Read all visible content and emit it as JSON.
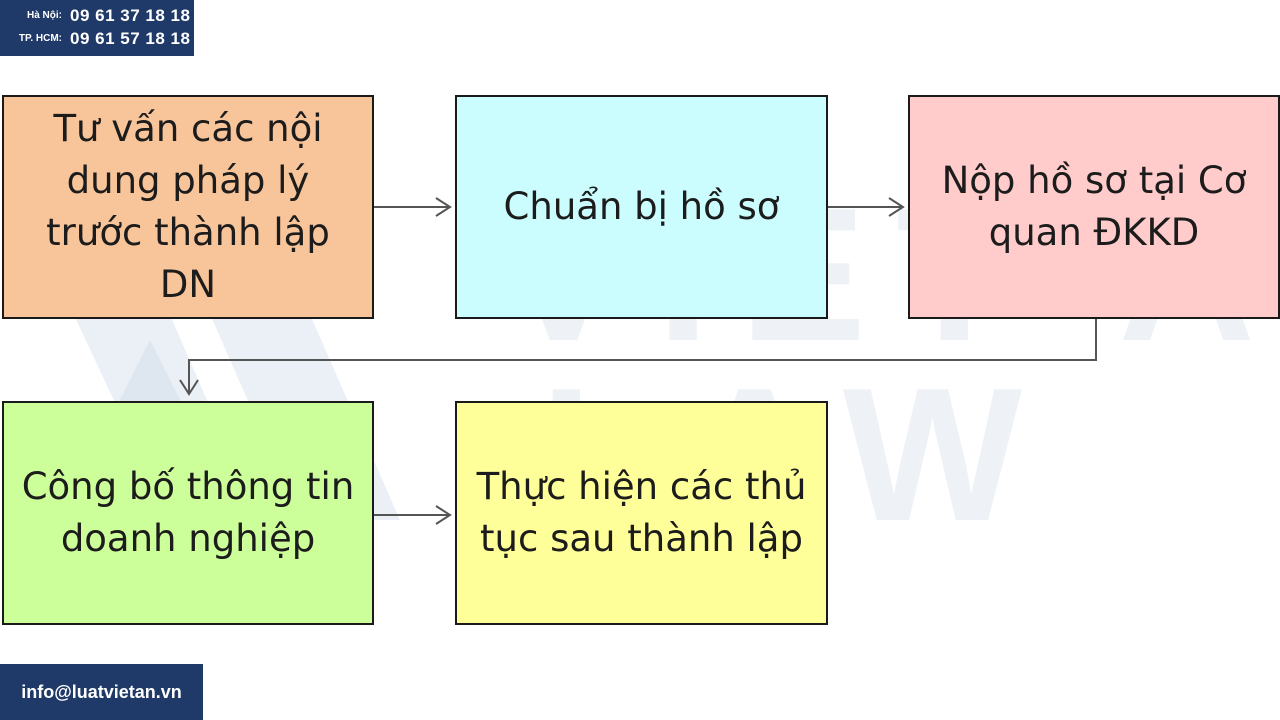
{
  "contact": {
    "hanoi_label": "Hà Nội:",
    "hanoi_phone": "09 61 37 18 18",
    "hcm_label": "TP. HCM:",
    "hcm_phone": "09 61 57 18 18"
  },
  "email": "info@luatvietan.vn",
  "watermark": {
    "line1": "VIET AN",
    "line2": "LAW"
  },
  "steps": [
    {
      "text": "Tư vấn các nội dung pháp lý trước thành lập DN",
      "color": "#f8c49a"
    },
    {
      "text": "Chuẩn bị hồ sơ",
      "color": "#ccfdfe"
    },
    {
      "text": "Nộp hồ sơ tại Cơ quan ĐKKD",
      "color": "#ffcccb"
    },
    {
      "text": "Công bố thông tin doanh nghiệp",
      "color": "#ccff99"
    },
    {
      "text": "Thực hiện các thủ tục sau thành lập",
      "color": "#ffff99"
    }
  ],
  "colors": {
    "brand": "#1f3a68",
    "watermark": "#c6d4e6",
    "arrow": "#555555"
  }
}
